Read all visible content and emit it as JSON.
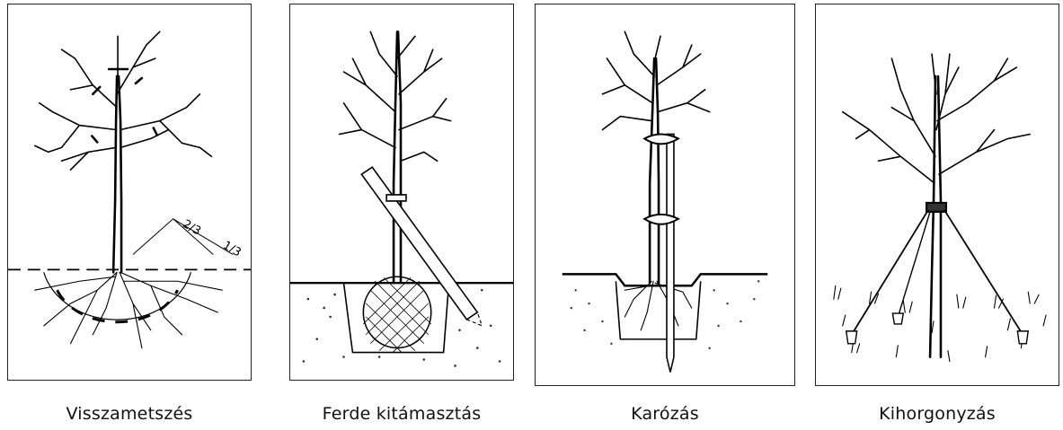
{
  "panels": [
    {
      "caption": "Visszametszés",
      "fraction_upper": "2/3",
      "fraction_lower": "1/3"
    },
    {
      "caption": "Ferde kitámasztás"
    },
    {
      "caption": "Karózás"
    },
    {
      "caption": "Kihorgonyzás"
    }
  ]
}
